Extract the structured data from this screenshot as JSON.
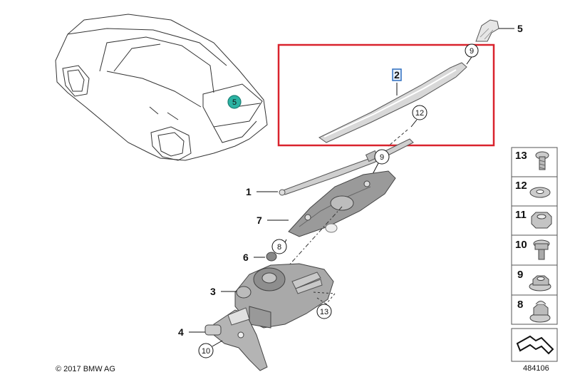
{
  "diagram": {
    "callouts": {
      "car_5": "5",
      "top_5": "5",
      "top_9": "9",
      "arm_2": "2",
      "arm_12": "12",
      "mid_9": "9",
      "p1": "1",
      "p7": "7",
      "p6": "6",
      "p8": "8",
      "p3": "3",
      "p13": "13",
      "p4": "4",
      "p10": "10"
    },
    "kit": [
      {
        "num": "13",
        "icon": "screw-icon"
      },
      {
        "num": "12",
        "icon": "washer-icon"
      },
      {
        "num": "11",
        "icon": "hex-nut-icon"
      },
      {
        "num": "10",
        "icon": "collar-screw-icon"
      },
      {
        "num": "9",
        "icon": "flange-nut-icon"
      },
      {
        "num": "8",
        "icon": "cap-nut-icon"
      }
    ],
    "copyright": "© 2017 BMW AG",
    "diagram_number": "484106",
    "highlight_color": "#d9232d",
    "accent_color": "#2bb3a3"
  }
}
